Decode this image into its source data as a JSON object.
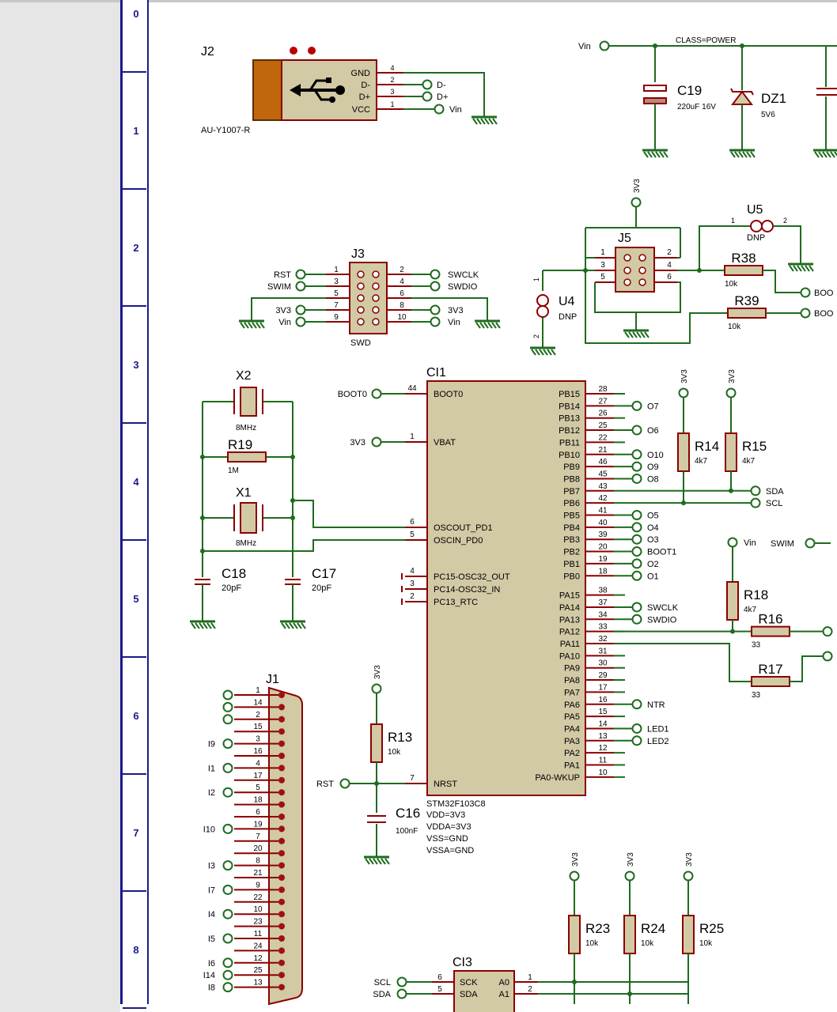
{
  "ruler": [
    "0",
    "1",
    "2",
    "3",
    "4",
    "5",
    "6",
    "7",
    "8"
  ],
  "j2": {
    "ref": "J2",
    "part": "AU-Y1007-R",
    "pins": [
      {
        "name": "GND",
        "num": "4"
      },
      {
        "name": "D-",
        "num": "2"
      },
      {
        "name": "D+",
        "num": "3"
      },
      {
        "name": "VCC",
        "num": "1"
      }
    ],
    "nets": [
      "D-",
      "D+",
      "Vin"
    ]
  },
  "power": {
    "vin": "Vin",
    "class": "CLASS=POWER",
    "c19_ref": "C19",
    "c19_val": "220uF 16V",
    "dz1_ref": "DZ1",
    "dz1_val": "5V6"
  },
  "j3": {
    "ref": "J3",
    "name": "SWD",
    "left_pins": [
      "1",
      "3",
      "5",
      "7",
      "9"
    ],
    "right_pins": [
      "2",
      "4",
      "6",
      "8",
      "10"
    ],
    "left_nets": [
      "RST",
      "SWIM",
      "3V3",
      "Vin"
    ],
    "right_nets": [
      "SWCLK",
      "SWDIO",
      "3V3",
      "Vin"
    ]
  },
  "j5": {
    "ref": "J5",
    "pins": [
      "1",
      "2",
      "3",
      "4",
      "5",
      "6"
    ],
    "net_top": "3V3"
  },
  "u4": {
    "ref": "U4",
    "val": "DNP",
    "pin1": "1",
    "pin2": "2"
  },
  "u5": {
    "ref": "U5",
    "val": "DNP",
    "pin1": "1",
    "pin2": "2"
  },
  "r38": {
    "ref": "R38",
    "val": "10k"
  },
  "r39": {
    "ref": "R39",
    "val": "10k"
  },
  "boot_nets": [
    "BOO",
    "BOO"
  ],
  "x2": {
    "ref": "X2",
    "val": "8MHz"
  },
  "r19": {
    "ref": "R19",
    "val": "1M"
  },
  "x1": {
    "ref": "X1",
    "val": "8MHz"
  },
  "c18": {
    "ref": "C18",
    "val": "20pF"
  },
  "c17": {
    "ref": "C17",
    "val": "20pF"
  },
  "ci1": {
    "ref": "CI1",
    "part": "STM32F103C8",
    "props": [
      "VDD=3V3",
      "VDDA=3V3",
      "VSS=GND",
      "VSSA=GND"
    ],
    "left_pins": [
      {
        "name": "BOOT0",
        "num": "44",
        "net": "BOOT0"
      },
      {
        "name": "VBAT",
        "num": "1",
        "net": "3V3"
      },
      {
        "name": "OSCOUT_PD1",
        "num": "6",
        "net": ""
      },
      {
        "name": "OSCIN_PD0",
        "num": "5",
        "net": ""
      },
      {
        "name": "PC15-OSC32_OUT",
        "num": "4",
        "net": ""
      },
      {
        "name": "PC14-OSC32_IN",
        "num": "3",
        "net": ""
      },
      {
        "name": "PC13_RTC",
        "num": "2",
        "net": ""
      },
      {
        "name": "NRST",
        "num": "7",
        "net": "RST"
      }
    ],
    "right_pins": [
      {
        "name": "PB15",
        "num": "28",
        "net": ""
      },
      {
        "name": "PB14",
        "num": "27",
        "net": "O7"
      },
      {
        "name": "PB13",
        "num": "26",
        "net": ""
      },
      {
        "name": "PB12",
        "num": "25",
        "net": "O6"
      },
      {
        "name": "PB11",
        "num": "22",
        "net": ""
      },
      {
        "name": "PB10",
        "num": "21",
        "net": "O10"
      },
      {
        "name": "PB9",
        "num": "46",
        "net": "O9"
      },
      {
        "name": "PB8",
        "num": "45",
        "net": "O8"
      },
      {
        "name": "PB7",
        "num": "43",
        "net": "SDA"
      },
      {
        "name": "PB6",
        "num": "42",
        "net": "SCL"
      },
      {
        "name": "PB5",
        "num": "41",
        "net": "O5"
      },
      {
        "name": "PB4",
        "num": "40",
        "net": "O4"
      },
      {
        "name": "PB3",
        "num": "39",
        "net": "O3"
      },
      {
        "name": "PB2",
        "num": "20",
        "net": "BOOT1"
      },
      {
        "name": "PB1",
        "num": "19",
        "net": "O2"
      },
      {
        "name": "PB0",
        "num": "18",
        "net": "O1"
      },
      {
        "name": "PA15",
        "num": "38",
        "net": ""
      },
      {
        "name": "PA14",
        "num": "37",
        "net": "SWCLK"
      },
      {
        "name": "PA13",
        "num": "34",
        "net": "SWDIO"
      },
      {
        "name": "PA12",
        "num": "33",
        "net": ""
      },
      {
        "name": "PA11",
        "num": "32",
        "net": ""
      },
      {
        "name": "PA10",
        "num": "31",
        "net": ""
      },
      {
        "name": "PA9",
        "num": "30",
        "net": ""
      },
      {
        "name": "PA8",
        "num": "29",
        "net": ""
      },
      {
        "name": "PA7",
        "num": "17",
        "net": ""
      },
      {
        "name": "PA6",
        "num": "16",
        "net": "NTR"
      },
      {
        "name": "PA5",
        "num": "15",
        "net": ""
      },
      {
        "name": "PA4",
        "num": "14",
        "net": "LED1"
      },
      {
        "name": "PA3",
        "num": "13",
        "net": "LED2"
      },
      {
        "name": "PA2",
        "num": "12",
        "net": ""
      },
      {
        "name": "PA1",
        "num": "11",
        "net": ""
      },
      {
        "name": "PA0-WKUP",
        "num": "10",
        "net": ""
      }
    ]
  },
  "r14": {
    "ref": "R14",
    "val": "4k7",
    "net": "3V3"
  },
  "r15": {
    "ref": "R15",
    "val": "4k7",
    "net": "3V3"
  },
  "r18": {
    "ref": "R18",
    "val": "4k7",
    "net": "Vin"
  },
  "swim": "SWIM",
  "r16": {
    "ref": "R16",
    "val": "33"
  },
  "r17": {
    "ref": "R17",
    "val": "33"
  },
  "r13": {
    "ref": "R13",
    "val": "10k",
    "net": "3V3"
  },
  "c16": {
    "ref": "C16",
    "val": "100nF"
  },
  "j1": {
    "ref": "J1",
    "pins": [
      "1",
      "14",
      "2",
      "15",
      "3",
      "16",
      "4",
      "17",
      "5",
      "18",
      "6",
      "19",
      "7",
      "20",
      "8",
      "21",
      "9",
      "22",
      "10",
      "23",
      "11",
      "24",
      "12",
      "25",
      "13"
    ],
    "nets": [
      "",
      "",
      "",
      "",
      "I9",
      "",
      "I1",
      "",
      "I2",
      "",
      "",
      "I10",
      "",
      "",
      "I3",
      "",
      "I7",
      "",
      "I4",
      "",
      "I5",
      "",
      "I6",
      "I14",
      "I8"
    ]
  },
  "r23": {
    "ref": "R23",
    "val": "10k",
    "net": "3V3"
  },
  "r24": {
    "ref": "R24",
    "val": "10k",
    "net": "3V3"
  },
  "r25": {
    "ref": "R25",
    "val": "10k",
    "net": "3V3"
  },
  "ci3": {
    "ref": "CI3",
    "pins": [
      {
        "name": "SCK",
        "num": "6",
        "net": "SCL",
        "rname": "A0",
        "rnum": "1"
      },
      {
        "name": "SDA",
        "num": "5",
        "net": "SDA",
        "rname": "A1",
        "rnum": "2"
      }
    ]
  }
}
